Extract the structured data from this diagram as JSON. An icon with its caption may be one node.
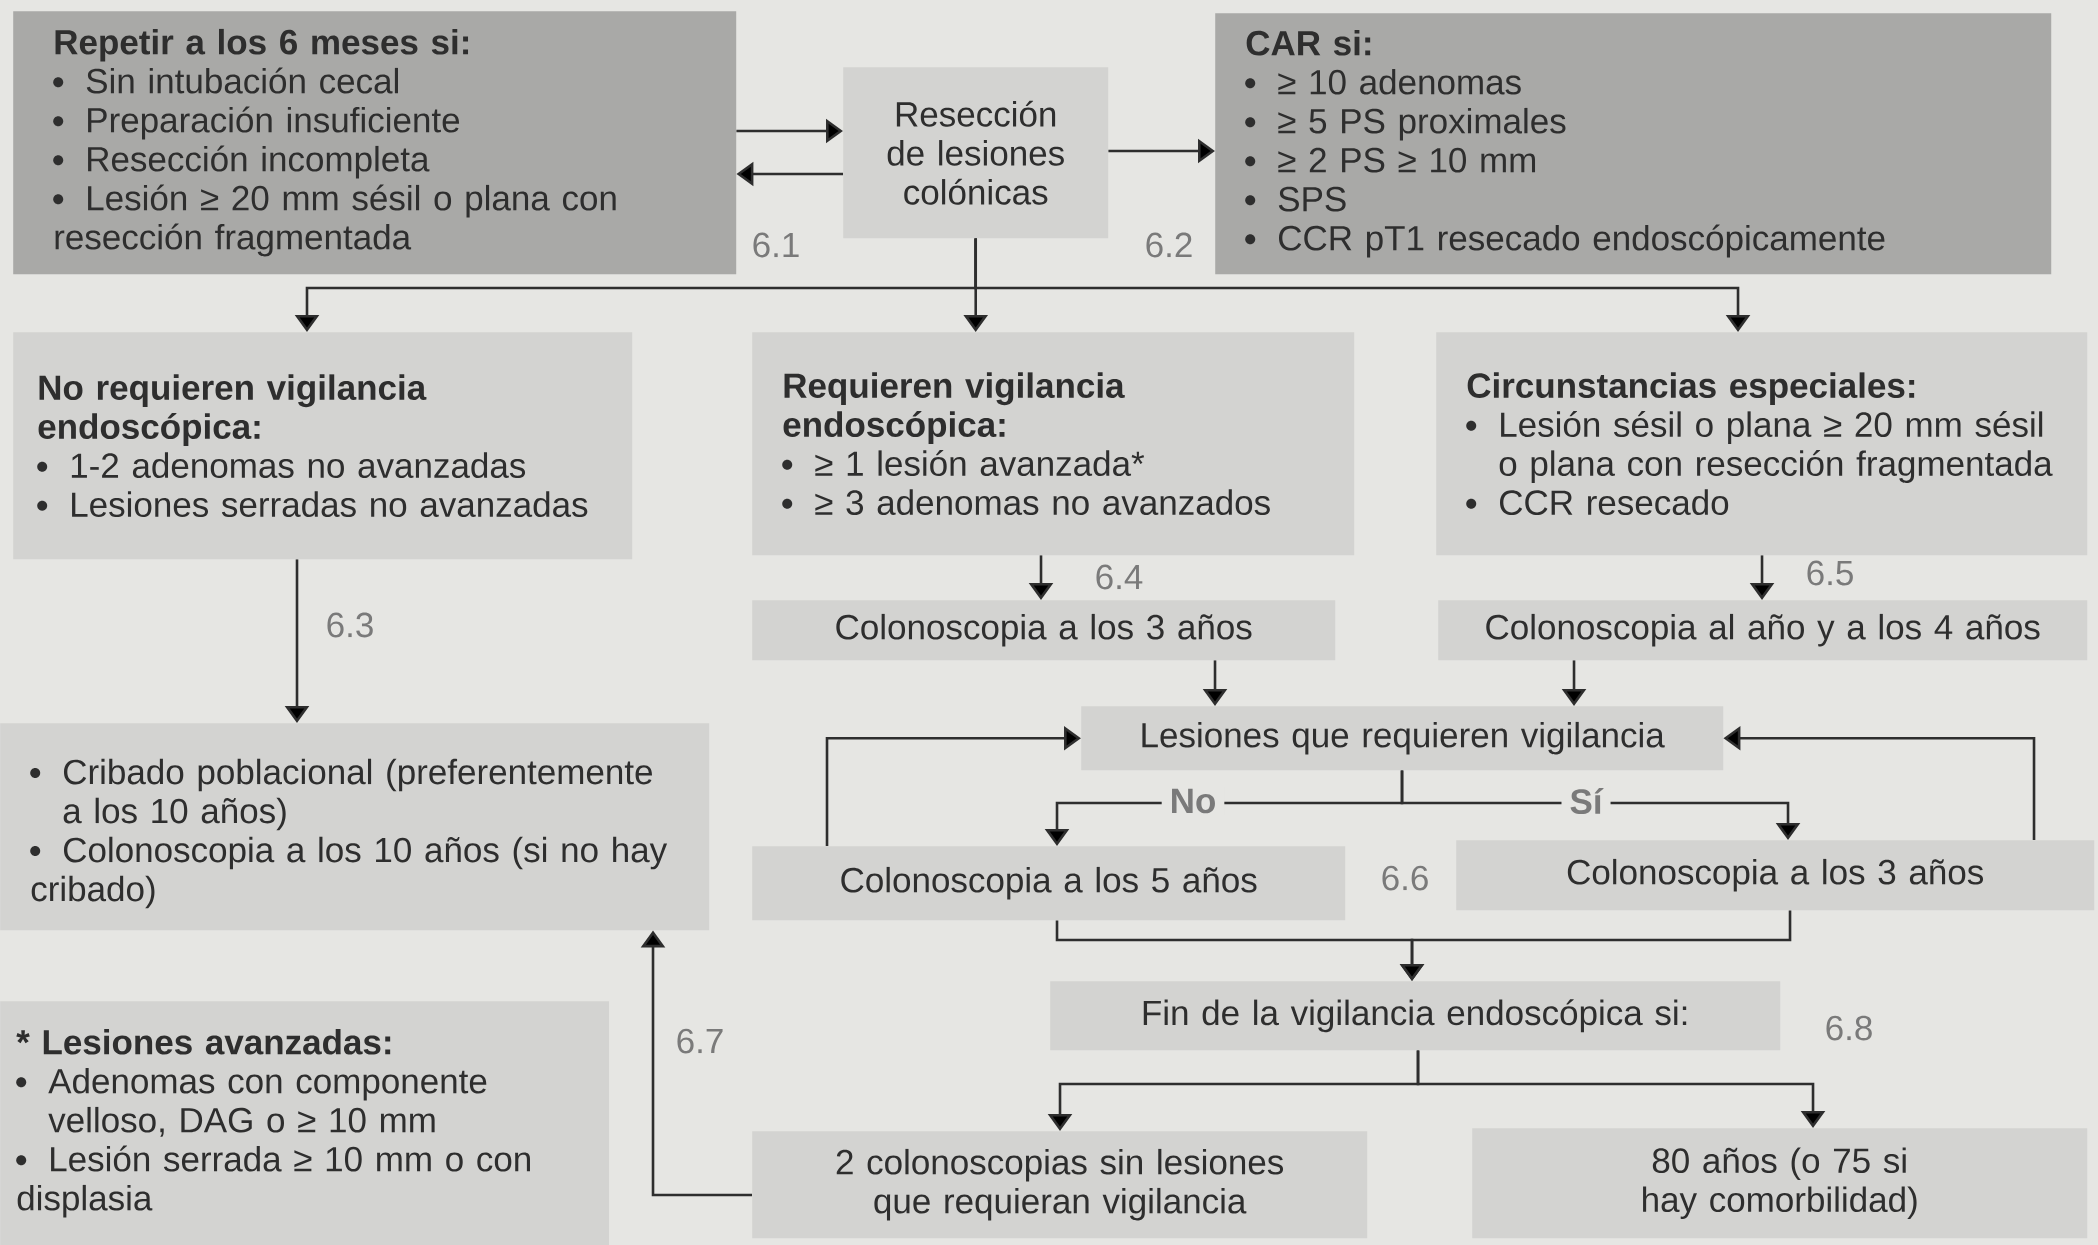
{
  "diagram": {
    "nodes": [
      {
        "text": [
          "Repetir a los 6 meses si:",
          "Sin intubación cecal",
          "Preparación insuficiente",
          "Resección incompleta",
          "Lesión ≥ 20 mm sésil o plana con resección fragmentada"
        ]
      },
      {
        "text": [
          "Resección de lesiones colónicas"
        ]
      },
      {
        "text": [
          "CAR si:",
          "≥ 10 adenomas",
          "≥ 5 PS proximales",
          "≥ 2 PS ≥ 10 mm",
          "SPS",
          "CCR pT1 resecado endoscópicamente"
        ]
      },
      {
        "text": [
          "No requieren vigilancia endoscópica:",
          "1-2 adenomas no avanzadas",
          "Lesiones serradas no avanzadas"
        ]
      },
      {
        "text": [
          "Requieren vigilancia endoscópica:",
          "≥ 1 lesión avanzada*",
          "≥ 3 adenomas no avanzados"
        ]
      },
      {
        "text": [
          "Circunstancias especiales:",
          "Lesión sésil o plana ≥ 20 mm sésil o plana con resección fragmentada",
          "CCR resecado"
        ]
      },
      {
        "text": [
          "Colonoscopia a los 3 años"
        ]
      },
      {
        "text": [
          "Colonoscopia al año y a los 4 años"
        ]
      },
      {
        "text": [
          "Cribado poblacional (preferentemente a los 10 años)",
          "Colonoscopia a los 10 años (si no hay cribado)"
        ]
      },
      {
        "text": [
          "Lesiones que requieren vigilancia"
        ]
      },
      {
        "text": [
          "Colonoscopia a los 5 años"
        ]
      },
      {
        "text": [
          "Colonoscopia a los 3 años"
        ]
      },
      {
        "text": [
          "Fin de la vigilancia endoscópica si:"
        ]
      },
      {
        "text": [
          "* Lesiones avanzadas:",
          "Adenomas con componente velloso, DAG o ≥ 10 mm",
          "Lesión serrada ≥ 10 mm o con displasia"
        ]
      },
      {
        "text": [
          "2 colonoscopias sin lesiones que requieran vigilancia"
        ]
      },
      {
        "text": [
          "80 años (o 75 si hay comorbilidad)"
        ]
      }
    ],
    "edges": [
      {
        "from": 0,
        "to": 1,
        "arrow": "to"
      },
      {
        "from": 1,
        "to": 0,
        "arrow": "to"
      },
      {
        "from": 1,
        "to": 2,
        "arrow": "to"
      },
      {
        "from": 1,
        "to": 3,
        "arrow": "to"
      },
      {
        "from": 1,
        "to": 4,
        "arrow": "to"
      },
      {
        "from": 1,
        "to": 5,
        "arrow": "to"
      },
      {
        "from": 3,
        "to": 8,
        "arrow": "to"
      },
      {
        "from": 4,
        "to": 6,
        "arrow": "to"
      },
      {
        "from": 5,
        "to": 7,
        "arrow": "to"
      },
      {
        "from": 6,
        "to": 9,
        "arrow": "to"
      },
      {
        "from": 7,
        "to": 9,
        "arrow": "to"
      },
      {
        "from": 9,
        "to": 10,
        "arrow": "to",
        "label": "No"
      },
      {
        "from": 9,
        "to": 11,
        "arrow": "to",
        "label": "Sí"
      },
      {
        "from": 10,
        "to": 9,
        "arrow": "to"
      },
      {
        "from": 11,
        "to": 9,
        "arrow": "to"
      },
      {
        "from": 10,
        "to": 12,
        "arrow": "to"
      },
      {
        "from": 11,
        "to": 12,
        "arrow": "to"
      },
      {
        "from": 12,
        "to": 14,
        "arrow": "to"
      },
      {
        "from": 12,
        "to": 15,
        "arrow": "to"
      },
      {
        "from": 14,
        "to": 8,
        "arrow": "to"
      }
    ],
    "labels": [
      "6.1",
      "6.2",
      "6.3",
      "6.4",
      "6.5",
      "6.6",
      "6.7",
      "6.8"
    ]
  }
}
